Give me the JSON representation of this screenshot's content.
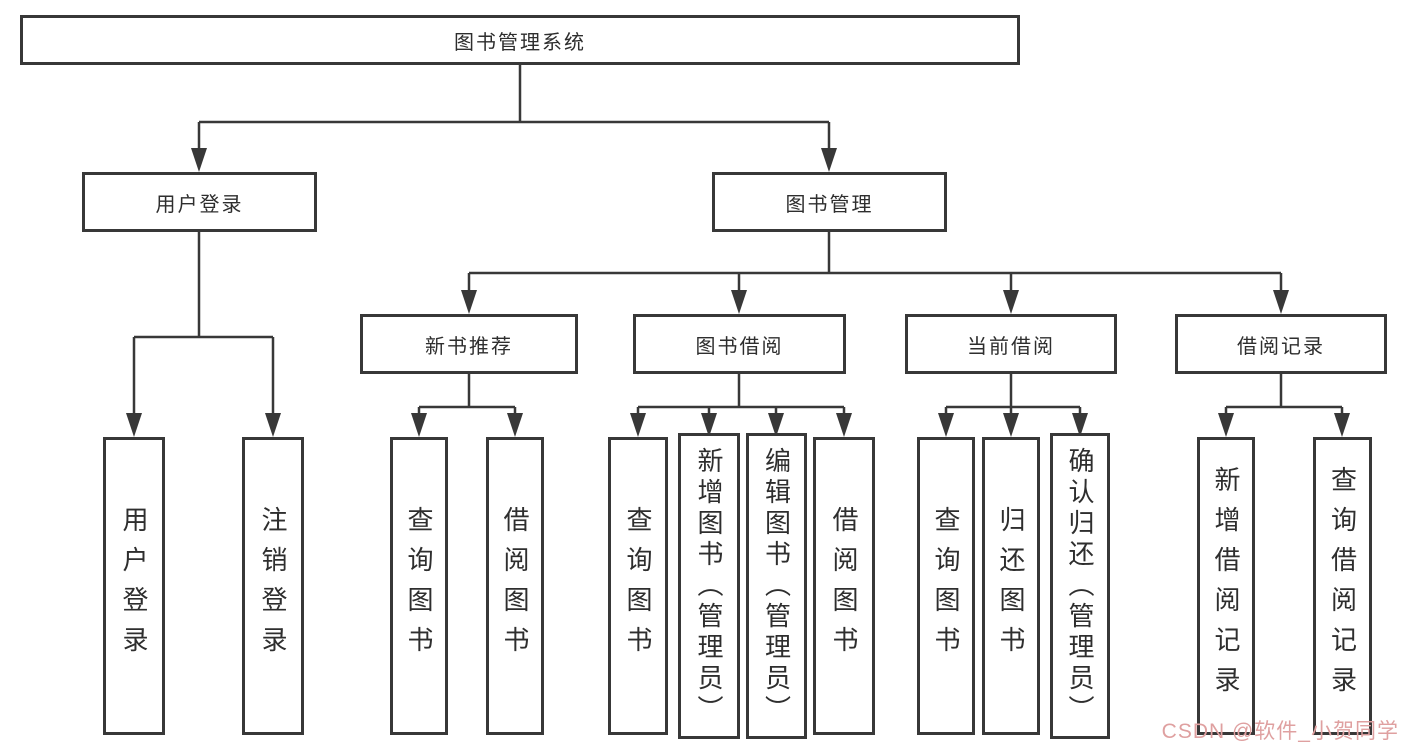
{
  "diagram_title": "图书管理系统",
  "tree": {
    "label": "图书管理系统",
    "children": [
      {
        "label": "用户登录",
        "children": [
          {
            "label": "用户登录"
          },
          {
            "label": "注销登录"
          }
        ]
      },
      {
        "label": "图书管理",
        "children": [
          {
            "label": "新书推荐",
            "children": [
              {
                "label": "查询图书"
              },
              {
                "label": "借阅图书"
              }
            ]
          },
          {
            "label": "图书借阅",
            "children": [
              {
                "label": "查询图书"
              },
              {
                "label": "新增图书（管理员）"
              },
              {
                "label": "编辑图书（管理员）"
              },
              {
                "label": "借阅图书"
              }
            ]
          },
          {
            "label": "当前借阅",
            "children": [
              {
                "label": "查询图书"
              },
              {
                "label": "归还图书"
              },
              {
                "label": "确认归还（管理员）"
              }
            ]
          },
          {
            "label": "借阅记录",
            "children": [
              {
                "label": "新增借阅记录"
              },
              {
                "label": "查询借阅记录"
              }
            ]
          }
        ]
      }
    ]
  },
  "watermark": {
    "text": "CSDN @软件_小贺同学"
  },
  "colors": {
    "line": "#383838",
    "text": "#2e2e2e",
    "background": "#ffffff",
    "watermark": "#dfa0a0"
  }
}
